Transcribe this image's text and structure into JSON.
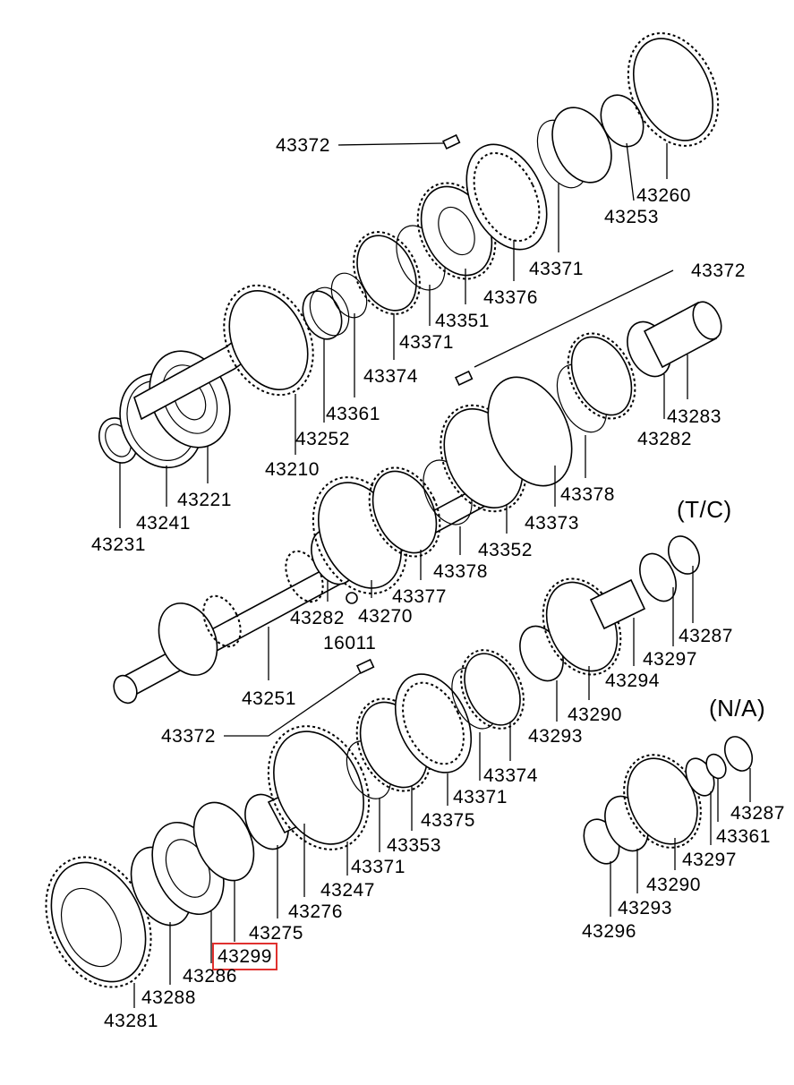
{
  "title": "",
  "variant_labels": {
    "tc": "(T/C)",
    "na": "(N/A)"
  },
  "highlight_color": "#e0312f",
  "parts": [
    {
      "id": "p01",
      "code": "43372"
    },
    {
      "id": "p02",
      "code": "43260"
    },
    {
      "id": "p03",
      "code": "43253"
    },
    {
      "id": "p04",
      "code": "43371"
    },
    {
      "id": "p05",
      "code": "43372"
    },
    {
      "id": "p06",
      "code": "43376"
    },
    {
      "id": "p07",
      "code": "43351"
    },
    {
      "id": "p08",
      "code": "43371"
    },
    {
      "id": "p09",
      "code": "43374"
    },
    {
      "id": "p10",
      "code": "43361"
    },
    {
      "id": "p11",
      "code": "43283"
    },
    {
      "id": "p12",
      "code": "43252"
    },
    {
      "id": "p13",
      "code": "43282"
    },
    {
      "id": "p14",
      "code": "43210"
    },
    {
      "id": "p15",
      "code": "43221"
    },
    {
      "id": "p16",
      "code": "43378"
    },
    {
      "id": "p17",
      "code": "43241"
    },
    {
      "id": "p18",
      "code": "43373"
    },
    {
      "id": "p19",
      "code": "43231"
    },
    {
      "id": "p20",
      "code": "43352"
    },
    {
      "id": "p21",
      "code": "43378"
    },
    {
      "id": "p22",
      "code": "43377"
    },
    {
      "id": "p23",
      "code": "43270"
    },
    {
      "id": "p24",
      "code": "43282"
    },
    {
      "id": "p25",
      "code": "16011"
    },
    {
      "id": "p26",
      "code": "43287"
    },
    {
      "id": "p27",
      "code": "43297"
    },
    {
      "id": "p28",
      "code": "43294"
    },
    {
      "id": "p29",
      "code": "43251"
    },
    {
      "id": "p30",
      "code": "43290"
    },
    {
      "id": "p31",
      "code": "43293"
    },
    {
      "id": "p32",
      "code": "43372"
    },
    {
      "id": "p33",
      "code": "43374"
    },
    {
      "id": "p34",
      "code": "43371"
    },
    {
      "id": "p35",
      "code": "43375"
    },
    {
      "id": "p36",
      "code": "43353"
    },
    {
      "id": "p37",
      "code": "43371"
    },
    {
      "id": "p38",
      "code": "43247"
    },
    {
      "id": "p39",
      "code": "43276"
    },
    {
      "id": "p40",
      "code": "43275"
    },
    {
      "id": "p41",
      "code": "43299",
      "highlighted": true
    },
    {
      "id": "p42",
      "code": "43286"
    },
    {
      "id": "p43",
      "code": "43288"
    },
    {
      "id": "p44",
      "code": "43281"
    },
    {
      "id": "p45",
      "code": "43287"
    },
    {
      "id": "p46",
      "code": "43361"
    },
    {
      "id": "p47",
      "code": "43297"
    },
    {
      "id": "p48",
      "code": "43290"
    },
    {
      "id": "p49",
      "code": "43293"
    },
    {
      "id": "p50",
      "code": "43296"
    }
  ]
}
